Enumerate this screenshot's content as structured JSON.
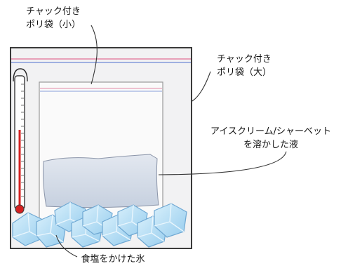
{
  "labels": {
    "small_bag": "チャック付き\nポリ袋（小）",
    "large_bag": "チャック付き\nポリ袋（大）",
    "liquid": "アイスクリーム/シャーベット\nを溶かした液",
    "ice": "食塩をかけた氷"
  },
  "colors": {
    "bag_outline": "#333333",
    "bag_fill": "#f1f1f2",
    "zip_pink": "#e8a0b8",
    "zip_blue": "#9fb0e0",
    "liquid_fill": "#d3dbe8",
    "ice_fill": "#b3dcf3",
    "ice_edge": "#6fa8d3",
    "thermometer_red": "#d42020"
  },
  "icons": {
    "thermometer": "thermometer-icon",
    "ice_cube": "ice-cube-icon"
  }
}
